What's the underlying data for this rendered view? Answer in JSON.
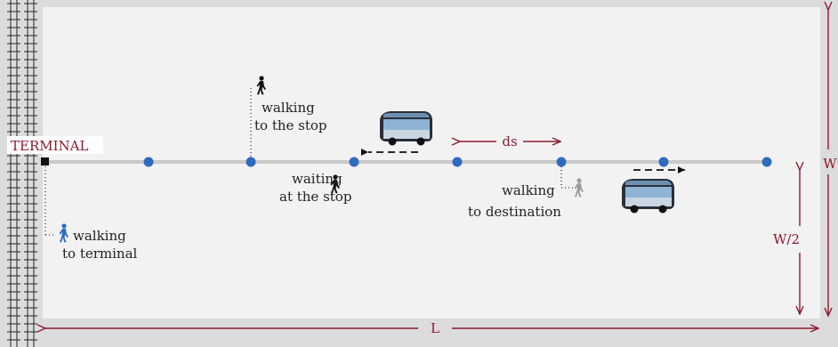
{
  "labels": {
    "terminal": "TERMINAL",
    "walking_to_terminal": [
      "walking",
      "to terminal"
    ],
    "walking_to_stop": [
      "walking",
      "to the stop"
    ],
    "waiting_at_stop": [
      "waiting",
      "at the stop"
    ],
    "walking_to_destination": [
      "walking",
      "to destination"
    ],
    "ds": "ds",
    "L": "L",
    "W": "W",
    "W2": "W/2"
  },
  "colors": {
    "background": "#dcdcdc",
    "area": "#f2f2f2",
    "stop": "#2f6bbf",
    "route": "#9a9a9a",
    "dimension": "#8b1a2e",
    "rail": "#333333",
    "pedestrian_blue": "#2f6bbf",
    "pedestrian_grey": "#9a9a9a",
    "pedestrian_black": "#111111"
  },
  "icons": [
    "pedestrian-icon",
    "bus-icon",
    "terminal-marker",
    "bus-stop-marker"
  ]
}
